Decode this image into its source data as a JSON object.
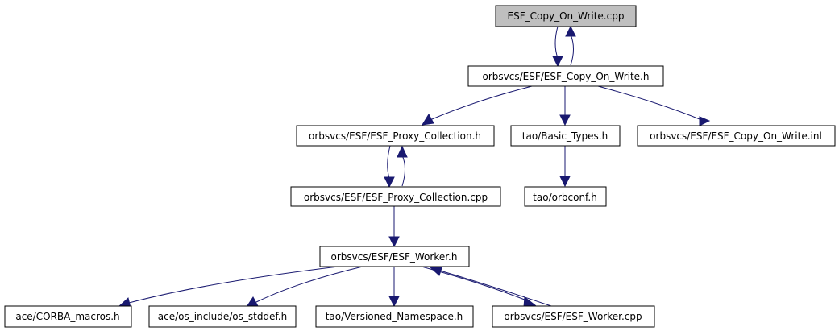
{
  "colors": {
    "node_fill": "#ffffff",
    "root_fill": "#bfbfbf",
    "border": "#000000",
    "edge": "#191970"
  },
  "nodes": {
    "root": "ESF_Copy_On_Write.cpp",
    "cow_h": "orbsvcs/ESF/ESF_Copy_On_Write.h",
    "proxy_h": "orbsvcs/ESF/ESF_Proxy_Collection.h",
    "basic_types": "tao/Basic_Types.h",
    "cow_inl": "orbsvcs/ESF/ESF_Copy_On_Write.inl",
    "proxy_cpp": "orbsvcs/ESF/ESF_Proxy_Collection.cpp",
    "orbconf": "tao/orbconf.h",
    "worker_h": "orbsvcs/ESF/ESF_Worker.h",
    "corba_macros": "ace/CORBA_macros.h",
    "os_stddef": "ace/os_include/os_stddef.h",
    "versioned_ns": "tao/Versioned_Namespace.h",
    "worker_cpp": "orbsvcs/ESF/ESF_Worker.cpp"
  }
}
